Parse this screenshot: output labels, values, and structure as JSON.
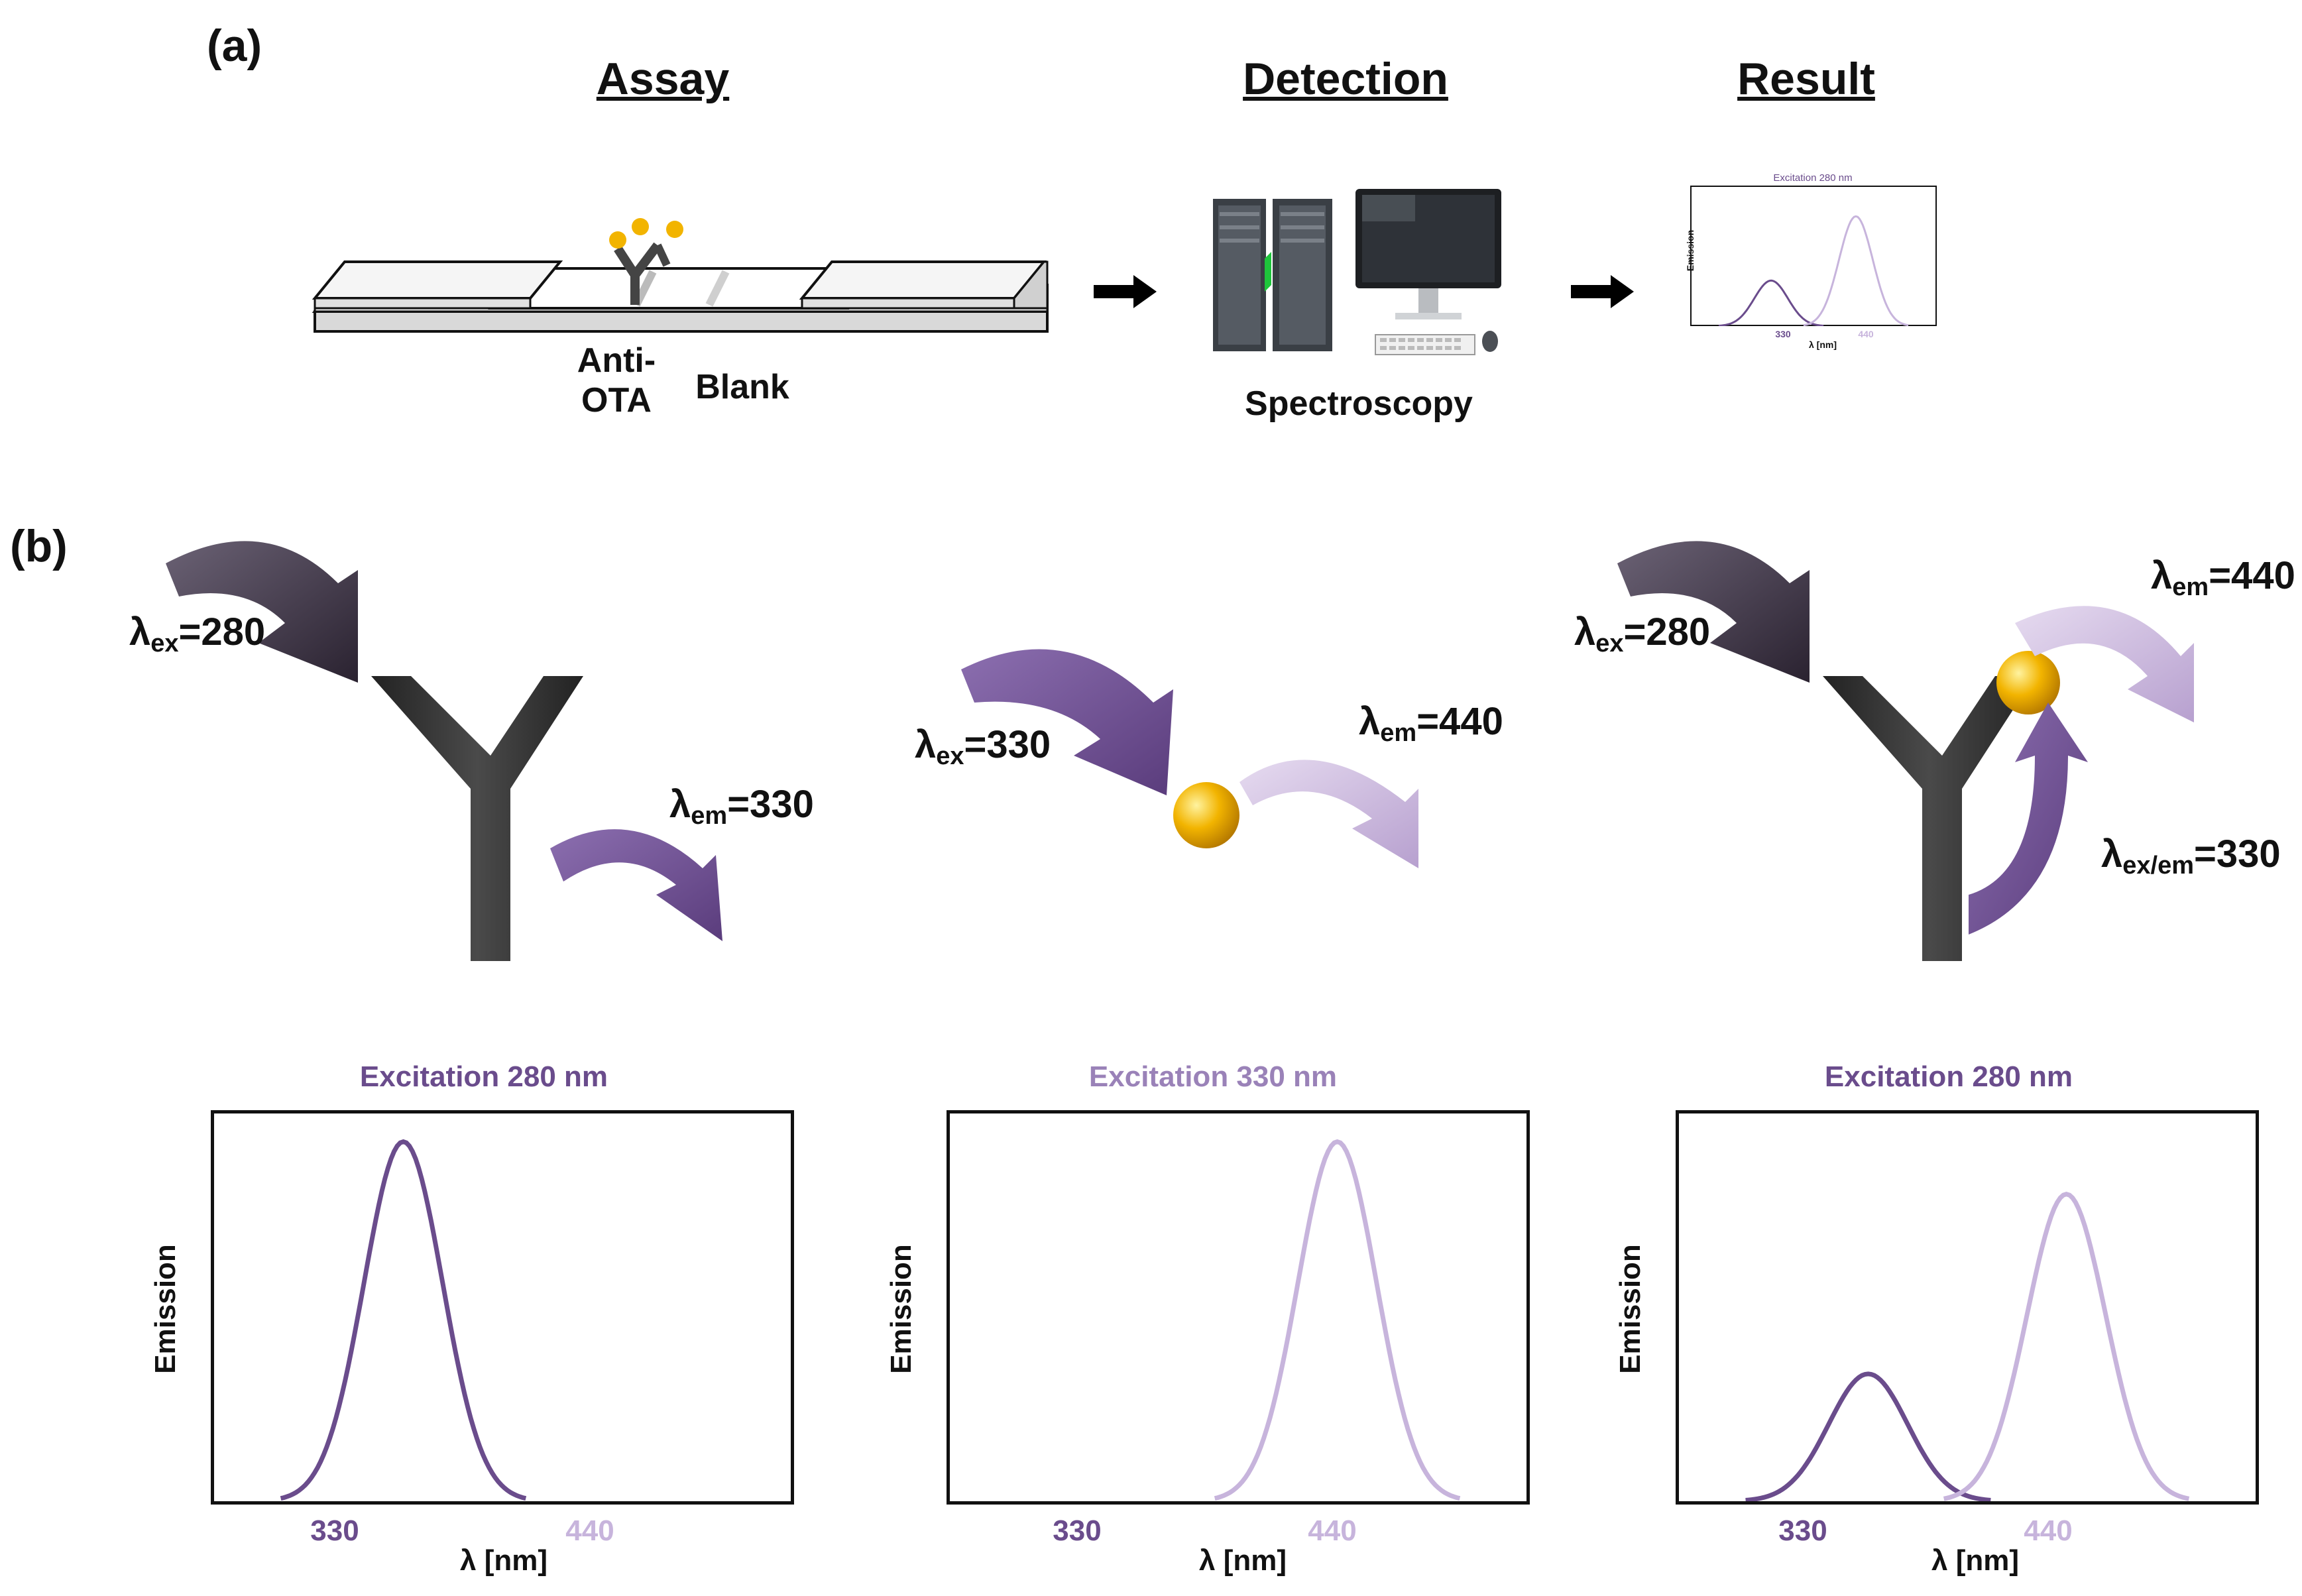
{
  "panel_a": {
    "label": "(a)",
    "assay_title": "Assay",
    "detection_title": "Detection",
    "result_title": "Result",
    "anti_ota_label": "Anti-\nOTA",
    "blank_label": "Blank",
    "spectroscopy_label": "Spectroscopy",
    "mini_chart": {
      "title": "Excitation 280 nm",
      "ylabel": "Emission",
      "xlabel": "λ [nm]",
      "tick_330": "330",
      "tick_440": "440"
    }
  },
  "panel_b": {
    "label": "(b)",
    "left": {
      "ex_base": "λ",
      "ex_sub": "ex",
      "ex_val": "=280",
      "em_base": "λ",
      "em_sub": "em",
      "em_val": "=330"
    },
    "middle": {
      "ex_base": "λ",
      "ex_sub": "ex",
      "ex_val": "=330",
      "em_base": "λ",
      "em_sub": "em",
      "em_val": "=440"
    },
    "right": {
      "ex_base": "λ",
      "ex_sub": "ex",
      "ex_val": "=280",
      "em_base": "λ",
      "em_sub": "em",
      "em_val": "=440",
      "exem_base": "λ",
      "exem_sub": "ex/em",
      "exem_val": "=330"
    }
  },
  "colors": {
    "dark_purple": "#6a4c8c",
    "light_purple": "#c7b4dc",
    "gold": "#f2b400",
    "antibody": "#333333"
  },
  "chart_data": [
    {
      "type": "line",
      "title": "Excitation 280 nm",
      "xlabel": "λ [nm]",
      "ylabel": "Emission",
      "xticks": [
        "330",
        "440"
      ],
      "series": [
        {
          "peak_x": 330,
          "peak_height": 0.96,
          "color": "#6a4c8c"
        }
      ]
    },
    {
      "type": "line",
      "title": "Excitation 330 nm",
      "xlabel": "λ [nm]",
      "ylabel": "Emission",
      "xticks": [
        "330",
        "440"
      ],
      "series": [
        {
          "peak_x": 440,
          "peak_height": 0.96,
          "color": "#c7b4dc"
        }
      ]
    },
    {
      "type": "line",
      "title": "Excitation 280 nm",
      "xlabel": "λ [nm]",
      "ylabel": "Emission",
      "xticks": [
        "330",
        "440"
      ],
      "series": [
        {
          "peak_x": 330,
          "peak_height": 0.34,
          "color": "#6a4c8c"
        },
        {
          "peak_x": 440,
          "peak_height": 0.82,
          "color": "#c7b4dc"
        }
      ]
    }
  ]
}
